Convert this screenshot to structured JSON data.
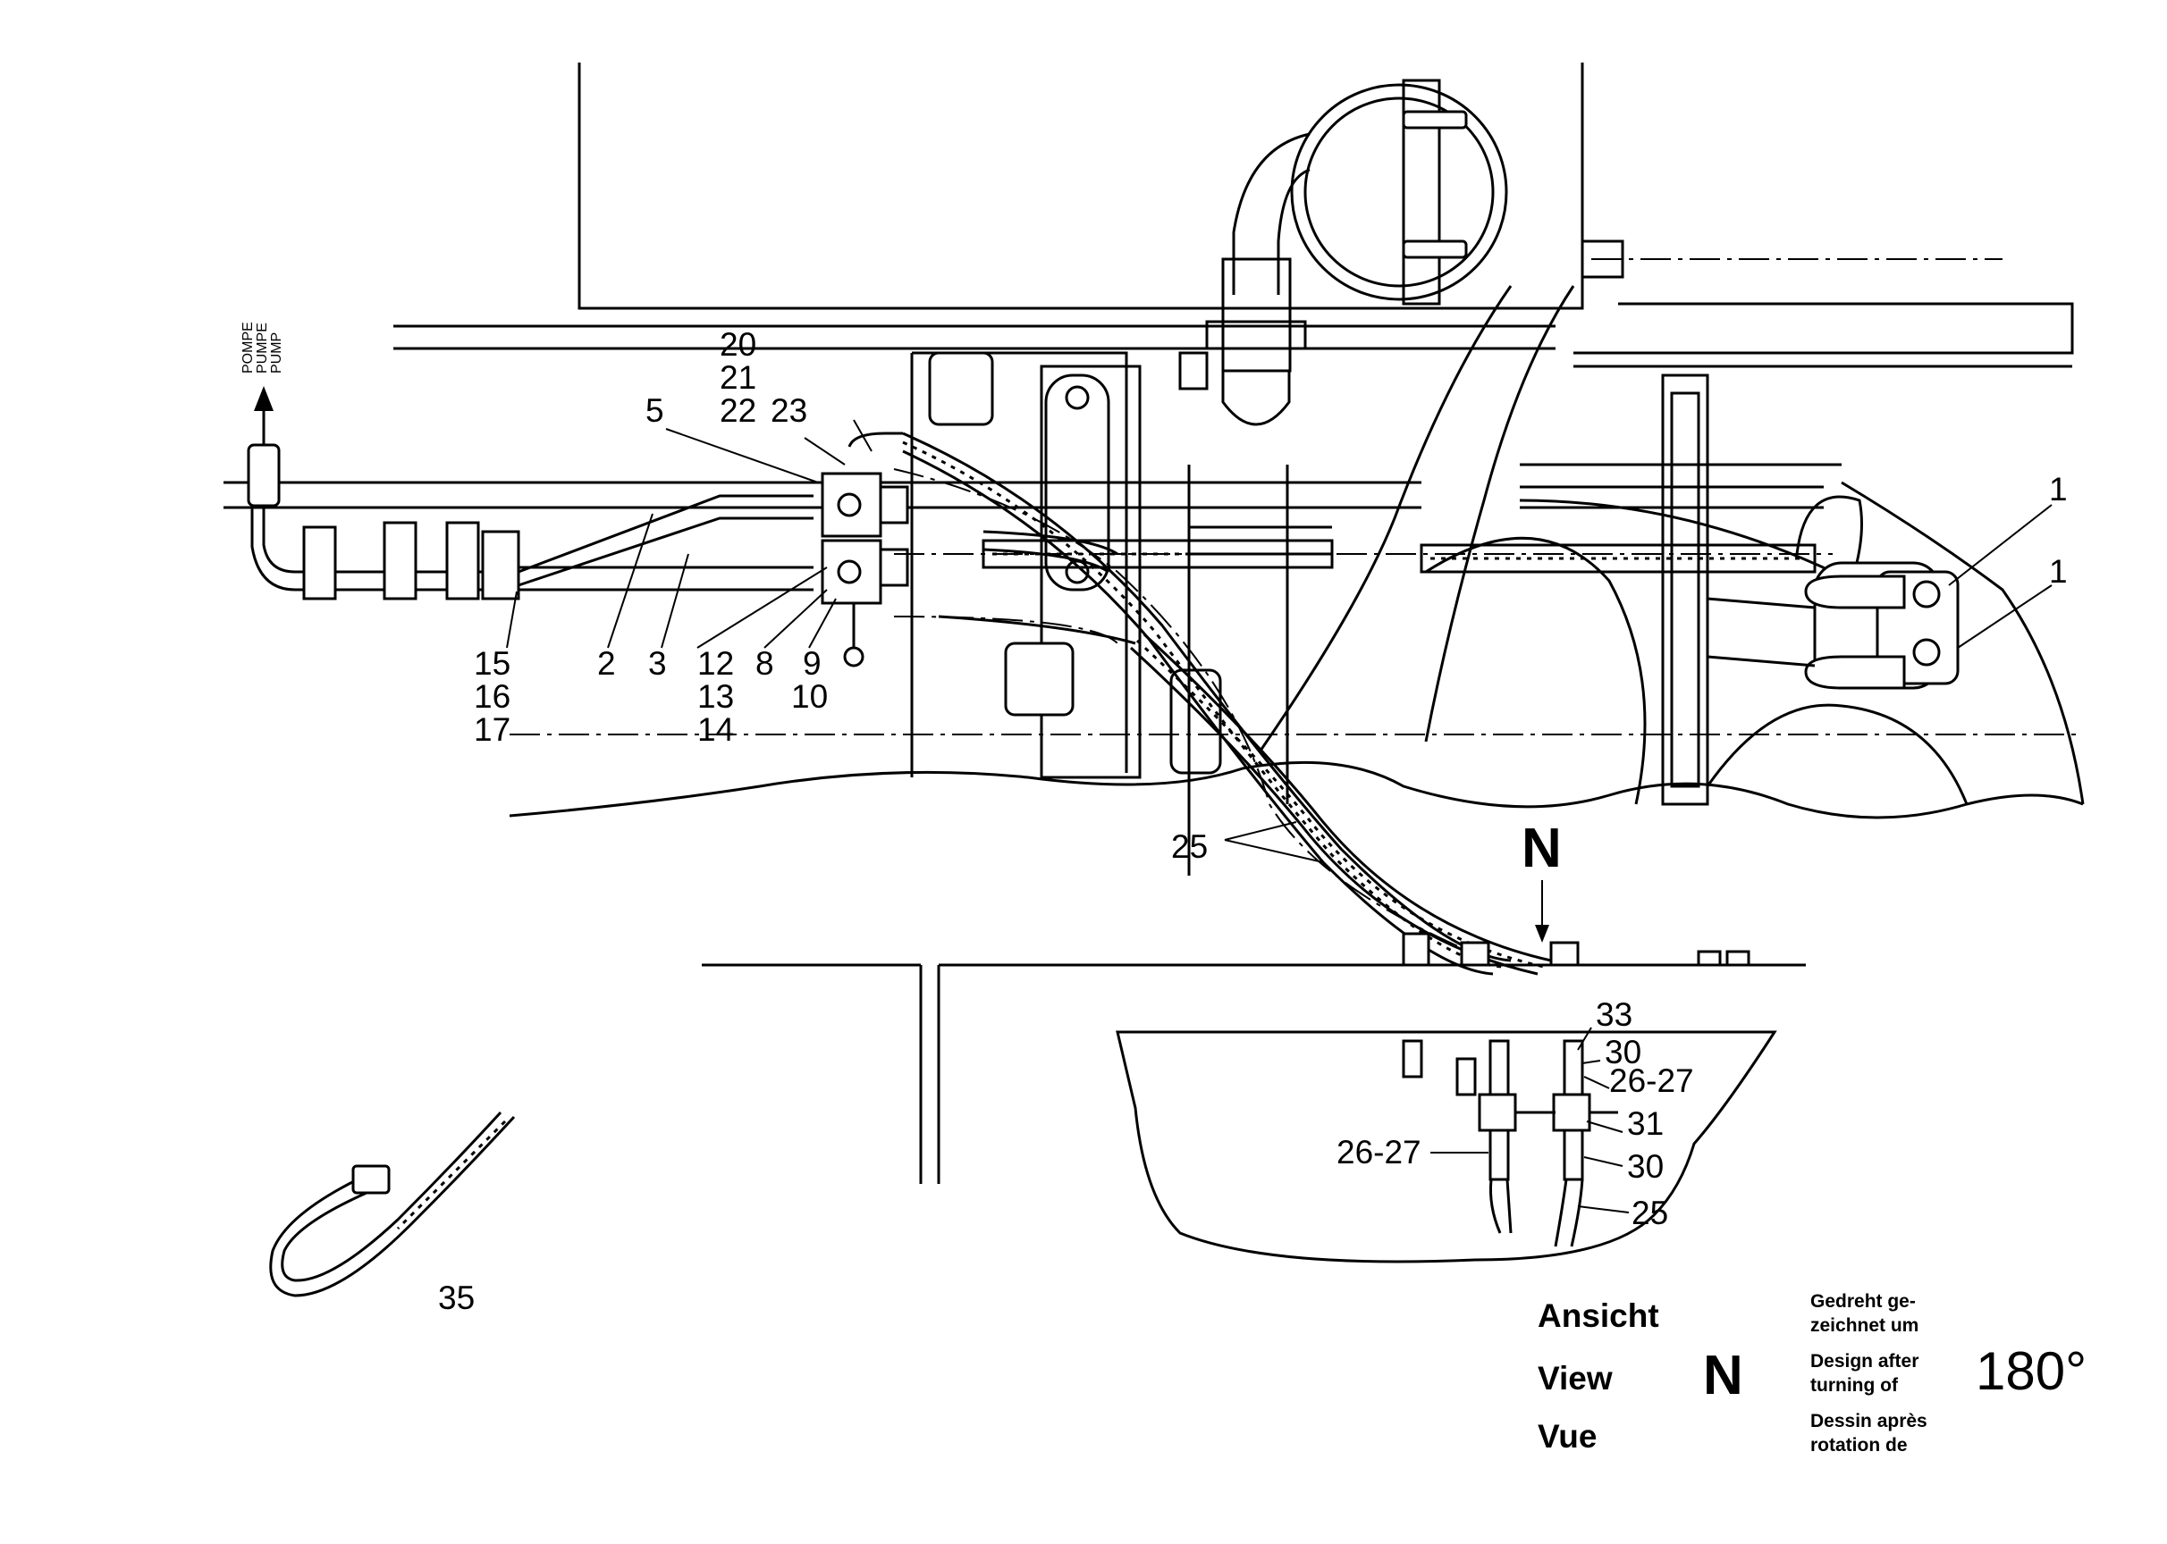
{
  "pump_label": [
    "POMPE",
    "PUMPE",
    "PUMP"
  ],
  "callouts": {
    "c1a": "1",
    "c1b": "1",
    "c2": "2",
    "c3": "3",
    "c5": "5",
    "c8": "8",
    "c9": "9",
    "c10": "10",
    "c12": "12",
    "c13": "13",
    "c14": "14",
    "c15": "15",
    "c16": "16",
    "c17": "17",
    "c20": "20",
    "c21": "21",
    "c22": "22",
    "c23": "23",
    "c25": "25",
    "c25b": "25",
    "c26_27a": "26-27",
    "c26_27b": "26-27",
    "c30a": "30",
    "c30b": "30",
    "c31": "31",
    "c33": "33",
    "c35": "35"
  },
  "view_marker": "N",
  "view_caption": {
    "de": "Ansicht",
    "en": "View",
    "fr": "Vue",
    "letter": "N",
    "rot_de": [
      "Gedreht ge-",
      "zeichnet um"
    ],
    "rot_en": [
      "Design after",
      "turning of"
    ],
    "rot_fr": [
      "Dessin après",
      "rotation de"
    ],
    "angle": "180°"
  }
}
